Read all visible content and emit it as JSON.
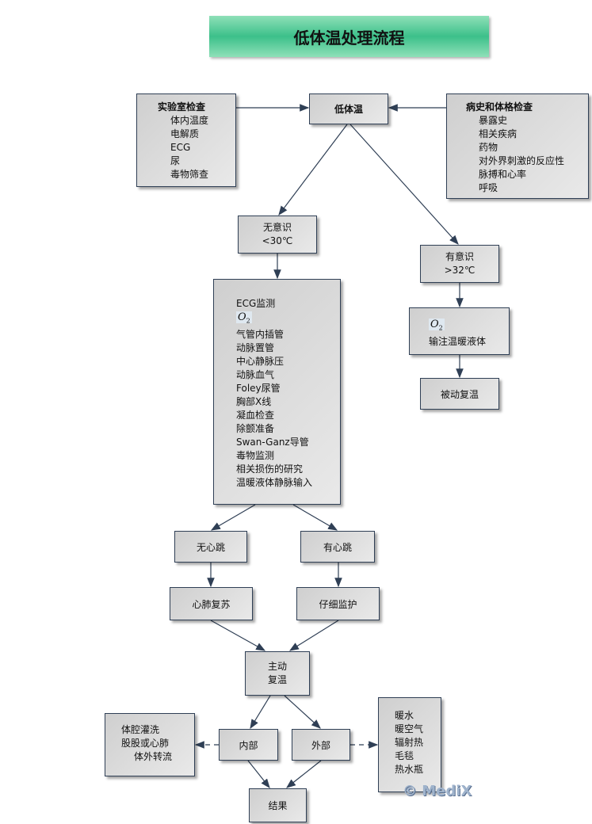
{
  "title": "低体温处理流程",
  "lab": {
    "heading": "实验室检查",
    "items": [
      "体内温度",
      "电解质",
      "ECG",
      "尿",
      "毒物筛查"
    ]
  },
  "hypothermia": "低体温",
  "history": {
    "heading": "病史和体格检查",
    "items": [
      "暴露史",
      "相关疾病",
      "药物",
      "对外界刺激的反应性",
      "脉搏和心率",
      "呼吸"
    ]
  },
  "unconscious": {
    "line1": "无意识",
    "line2": "<30℃"
  },
  "conscious": {
    "line1": "有意识",
    "line2": ">32℃"
  },
  "o2": "O",
  "o2_sub": "2",
  "care_list": [
    "ECG监测",
    "气管内插管",
    "动脉置管",
    "中心静脉压",
    "动脉血气",
    "Foley尿管",
    "胸部X线",
    "凝血检查",
    "除颤准备",
    "Swan-Ganz导管",
    "毒物监测",
    "相关损伤的研究",
    "温暖液体静脉输入"
  ],
  "warm_fluids": "输注温暖液体",
  "passive": "被动复温",
  "no_heartbeat": "无心跳",
  "heartbeat": "有心跳",
  "cpr": "心肺复苏",
  "monitor": "仔细监护",
  "active": {
    "line1": "主动",
    "line2": "复温"
  },
  "internal": "内部",
  "external": "外部",
  "internal_methods": [
    "体腔灌洗",
    "股股或心肺",
    "体外转流"
  ],
  "external_methods": [
    "暖水",
    "暖空气",
    "辐射热",
    "毛毯",
    "热水瓶"
  ],
  "result": "结果",
  "watermark": "© MediX"
}
